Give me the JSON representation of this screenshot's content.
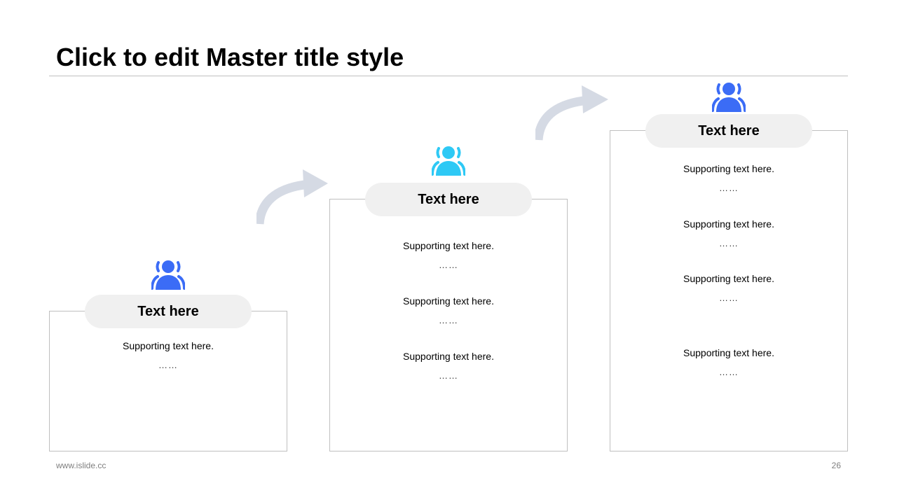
{
  "slide": {
    "title": "Click to edit Master title style",
    "footer_url": "www.islide.cc",
    "page_number": "26"
  },
  "colors": {
    "person_blue": "#3b6cf6",
    "person_cyan": "#2ec9f5",
    "arrow_gray": "#d5dae4",
    "pill_bg": "#f0f0f0",
    "border": "#bfbfbf"
  },
  "steps": [
    {
      "heading": "Text here",
      "icon": "person-group-icon",
      "items": [
        {
          "text": "Supporting  text here.",
          "dots": "……"
        }
      ]
    },
    {
      "heading": "Text here",
      "icon": "person-group-icon",
      "items": [
        {
          "text": "Supporting  text here.",
          "dots": "……"
        },
        {
          "text": "Supporting  text here.",
          "dots": "……"
        },
        {
          "text": "Supporting  text here.",
          "dots": "……"
        }
      ]
    },
    {
      "heading": "Text here",
      "icon": "person-group-icon",
      "items": [
        {
          "text": "Supporting  text here.",
          "dots": "……"
        },
        {
          "text": "Supporting  text here.",
          "dots": "……"
        },
        {
          "text": "Supporting  text here.",
          "dots": "……"
        },
        {
          "text": "Supporting  text here.",
          "dots": "……"
        }
      ]
    }
  ]
}
